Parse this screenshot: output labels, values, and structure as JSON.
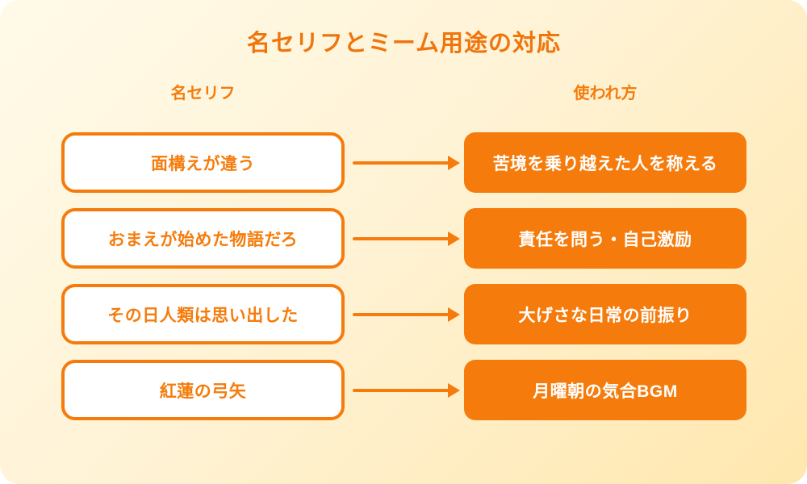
{
  "page": {
    "title": "名セリフとミーム用途の対応"
  },
  "columns": {
    "left_header": "名セリフ",
    "right_header": "使われ方"
  },
  "rows": [
    {
      "quote": "面構えが違う",
      "usage": "苦境を乗り越えた人を称える"
    },
    {
      "quote": "おまえが始めた物語だろ",
      "usage": "責任を問う・自己激励"
    },
    {
      "quote": "その日人類は思い出した",
      "usage": "大げさな日常の前振り"
    },
    {
      "quote": "紅蓮の弓矢",
      "usage": "月曜朝の気合BGM"
    }
  ],
  "colors": {
    "accent": "#F57C0C",
    "title_text": "#EF750D",
    "background_gradient_start": "#FFFAE9",
    "background_gradient_end": "#FFE7AE",
    "quote_box_fill": "#FFFFFF",
    "usage_box_text": "#FFFFFF"
  }
}
